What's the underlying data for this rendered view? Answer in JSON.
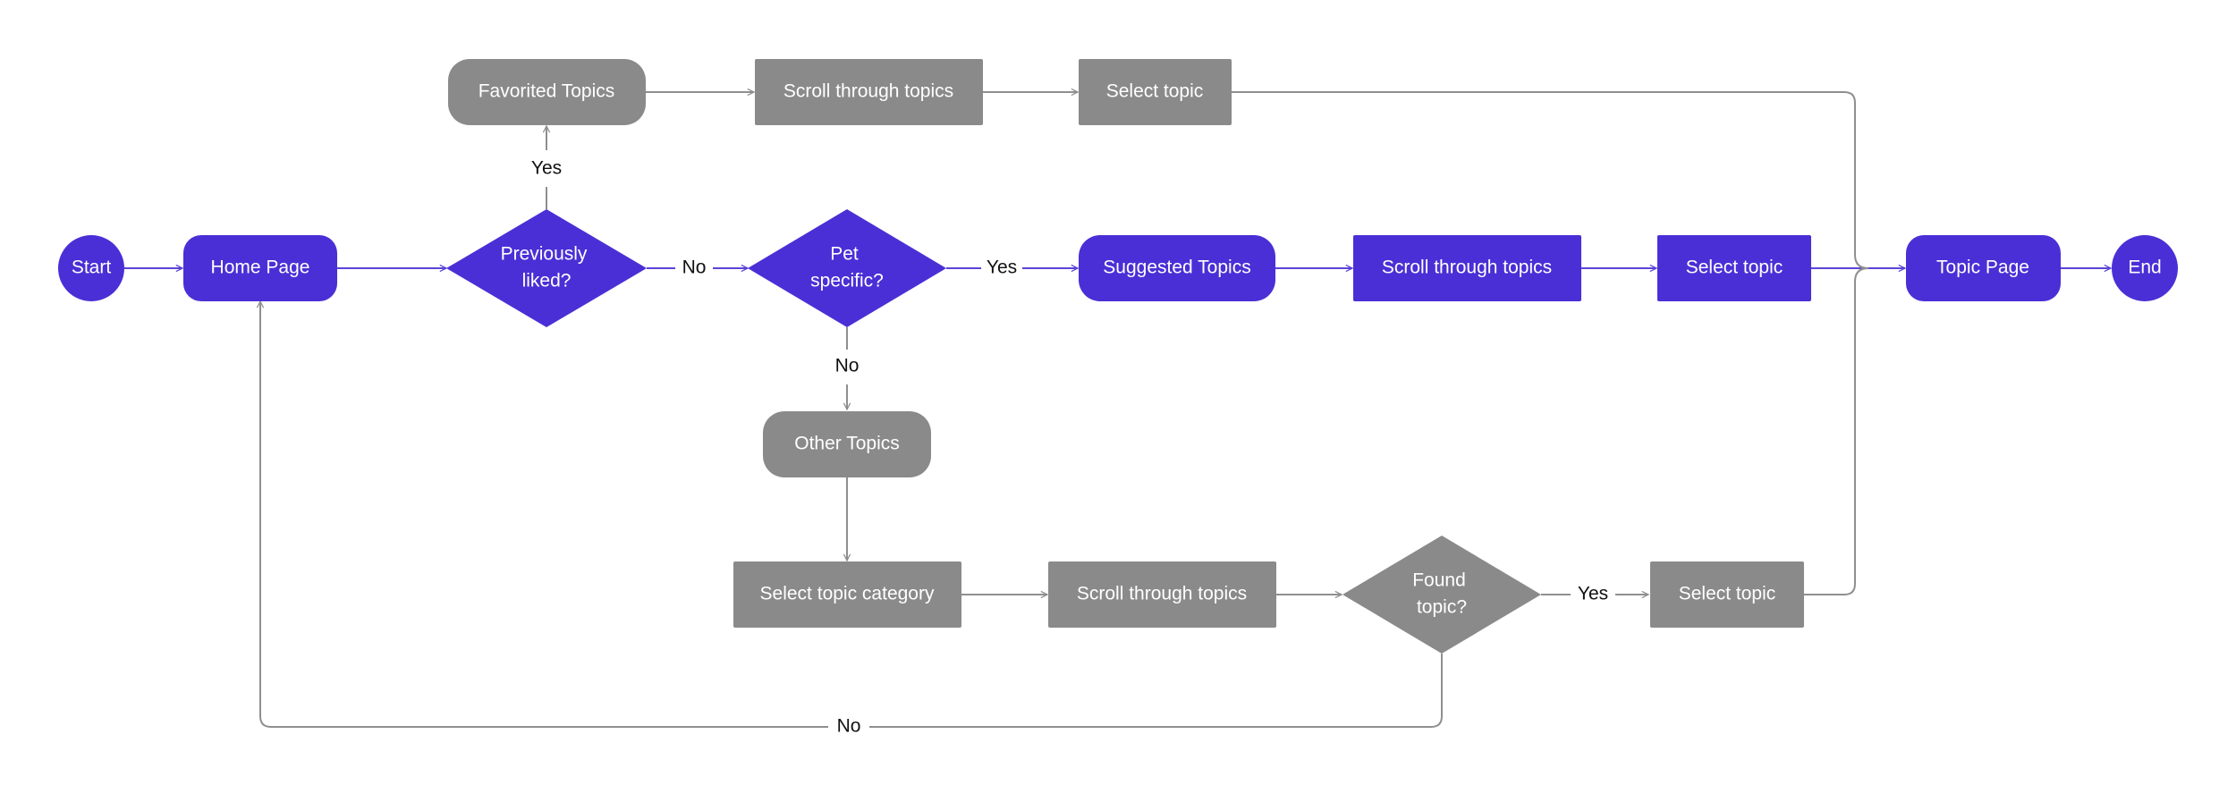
{
  "colors": {
    "primary": "#4a2fd6",
    "secondary": "#8a8a8a",
    "primary_line": "#5a45d8",
    "secondary_line": "#8f8f8f",
    "node_text": "#ffffff",
    "edge_label_text": "#111111"
  },
  "nodes": {
    "start": "Start",
    "home_page": "Home Page",
    "previously_liked": [
      "Previously",
      "liked?"
    ],
    "favorited_topics": "Favorited Topics",
    "scroll_top": "Scroll through topics",
    "select_top": "Select topic",
    "pet_specific": [
      "Pet",
      "specific?"
    ],
    "suggested_topics": "Suggested Topics",
    "scroll_middle": "Scroll through topics",
    "select_middle": "Select topic",
    "topic_page": "Topic Page",
    "end": "End",
    "other_topics": "Other Topics",
    "select_category": "Select topic category",
    "scroll_bottom": "Scroll through topics",
    "found_topic": [
      "Found",
      "topic?"
    ],
    "select_bottom": "Select topic"
  },
  "edge_labels": {
    "liked_yes": "Yes",
    "liked_no": "No",
    "pet_yes": "Yes",
    "pet_no": "No",
    "found_yes": "Yes",
    "found_no": "No"
  }
}
